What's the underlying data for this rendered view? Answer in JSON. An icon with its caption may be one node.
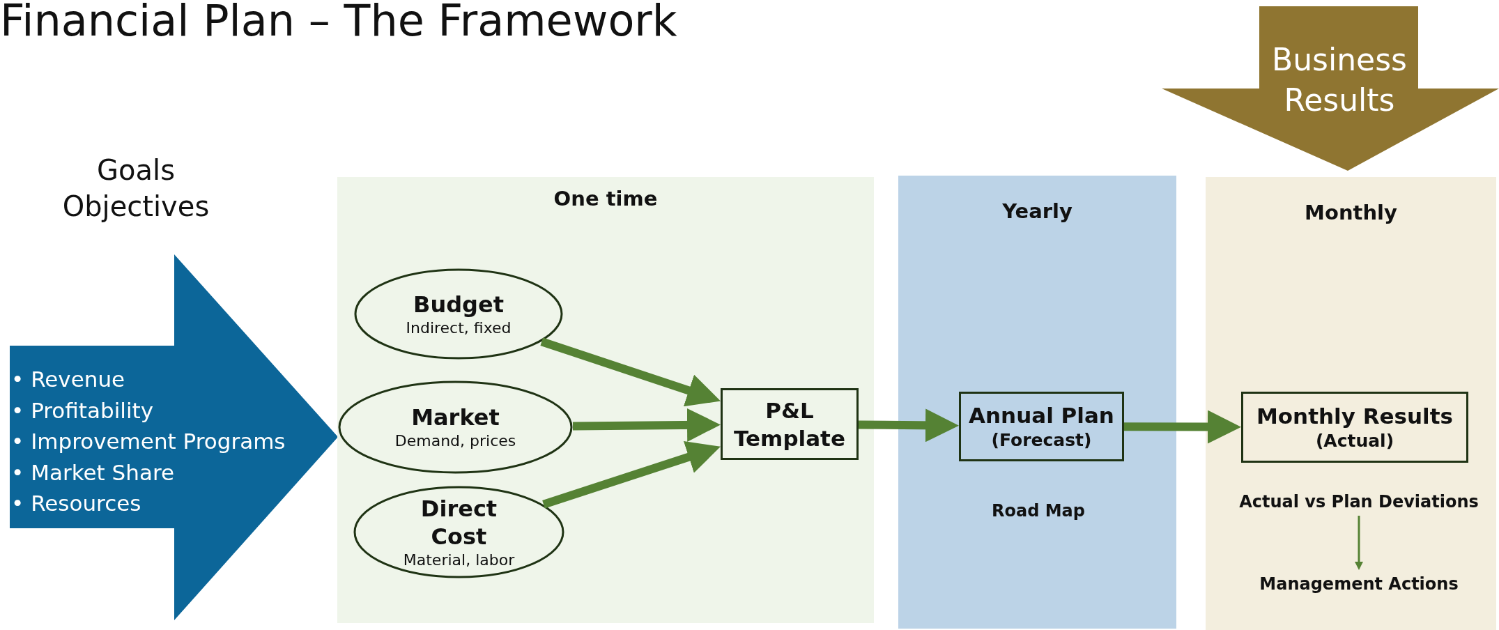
{
  "diagram": {
    "title": "Financial Plan – The Framework",
    "nodes": [
      {
        "text": [
          "Goals Objectives",
          "• Revenue",
          "• Profitability",
          "• Improvement Programs",
          "• Market Share",
          "• Resources"
        ]
      },
      {
        "text": [
          "Business Results"
        ]
      },
      {
        "text": [
          "One time"
        ]
      },
      {
        "text": [
          "Budget",
          "Indirect, fixed"
        ],
        "in": 2
      },
      {
        "text": [
          "Market",
          "Demand, prices"
        ],
        "in": 2
      },
      {
        "text": [
          "Direct Cost",
          "Material, labor"
        ],
        "in": 2
      },
      {
        "text": [
          "P&L Template"
        ],
        "in": 2
      },
      {
        "text": [
          "Yearly"
        ]
      },
      {
        "text": [
          "Annual Plan",
          "(Forecast)"
        ],
        "in": 7
      },
      {
        "text": [
          "Monthly"
        ]
      },
      {
        "text": [
          "Monthly Results",
          "(Actual)"
        ],
        "in": 9
      },
      {
        "text": [
          "Actual vs Plan Deviations"
        ],
        "in": 9
      },
      {
        "text": [
          "Management Actions"
        ],
        "in": 9
      }
    ],
    "edges": [
      {
        "from": 3,
        "to": 6,
        "arrow": "to"
      },
      {
        "from": 4,
        "to": 6,
        "arrow": "to"
      },
      {
        "from": 5,
        "to": 6,
        "arrow": "to"
      },
      {
        "from": 6,
        "to": 8,
        "arrow": "to"
      },
      {
        "from": 8,
        "to": 10,
        "arrow": "to"
      },
      {
        "from": 11,
        "to": 12,
        "arrow": "to"
      }
    ],
    "labels": [
      "Road Map"
    ]
  }
}
